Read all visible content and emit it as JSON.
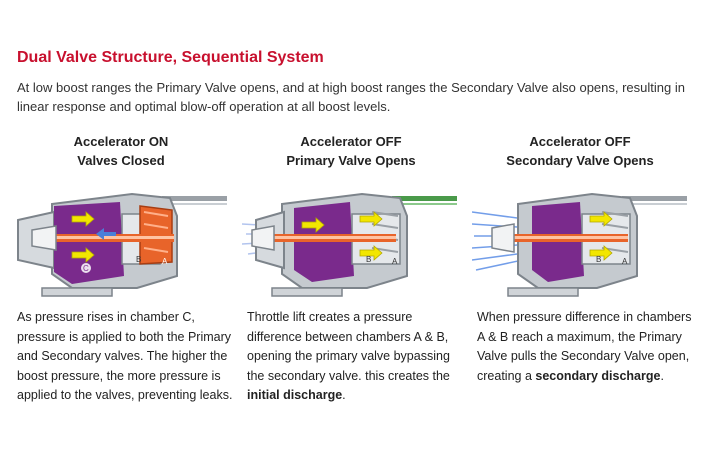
{
  "title": "Dual Valve Structure, Sequential System",
  "intro": "At low boost ranges the Primary Valve opens, and at high boost ranges the Secondary Valve also opens, resulting in linear response and optimal blow-off operation at all boost levels.",
  "columns": [
    {
      "heading_line1": "Accelerator ON",
      "heading_line2": "Valves Closed",
      "desc_plain": "As pressure rises in chamber C, pressure is applied to both the Primary and Secondary valves. The higher the boost pressure, the more pressure is applied to the valves, preventing leaks.",
      "desc_bold": "",
      "desc_end": ""
    },
    {
      "heading_line1": "Accelerator OFF",
      "heading_line2": "Primary Valve Opens",
      "desc_plain": "Throttle lift creates a pressure difference between chambers A & B, opening the primary valve bypassing the secondary valve. this creates the ",
      "desc_bold": "initial discharge",
      "desc_end": "."
    },
    {
      "heading_line1": "Accelerator OFF",
      "heading_line2": "Secondary Valve Opens",
      "desc_plain": "When pressure difference in chambers A & B reach a maximum, the Primary Valve pulls the Secondary Valve open, creating a ",
      "desc_bold": "secondary discharge",
      "desc_end": "."
    }
  ],
  "diagram_labels": {
    "a": "A",
    "b": "B",
    "c": "C"
  },
  "colors": {
    "title": "#c8102e",
    "chamber_purple": "#7a2a8c",
    "valve_orange": "#e8642a",
    "arrow_yellow": "#f2e600",
    "flow_blue": "#4a7fd8",
    "body_gray": "#b9bec4"
  }
}
